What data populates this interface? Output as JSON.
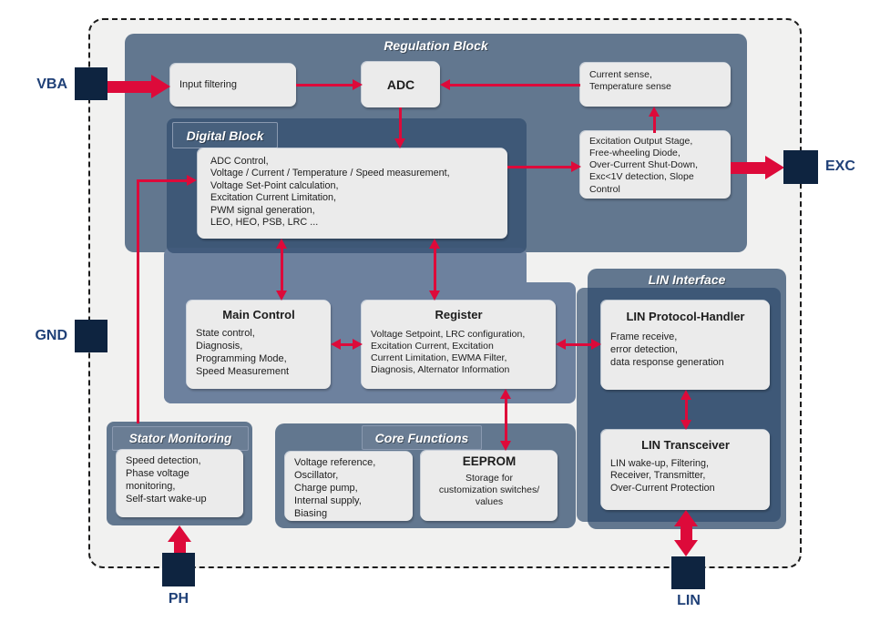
{
  "colors": {
    "accent_red": "#dd0a3a",
    "pin_square_navy": "#0e2440",
    "pin_label_navy": "#1f4077",
    "panel_slate": "#62778f",
    "panel_navy": "#3e5878",
    "panel_medium": "#6d819e",
    "box_light": "#ebebeb",
    "frame_bg": "#f1f1f0"
  },
  "pins": {
    "vba": "VBA",
    "gnd": "GND",
    "exc": "EXC",
    "ph": "PH",
    "lin": "LIN"
  },
  "regulation_block": {
    "title": "Regulation Block",
    "input_filtering": "Input filtering",
    "adc": "ADC",
    "sense": "Current sense,\nTemperature sense",
    "excitation_stage": "Excitation Output Stage,\nFree-wheeling Diode,\nOver-Current Shut-Down,\nExc<1V detection, Slope\nControl"
  },
  "digital_block": {
    "title": "Digital Block",
    "functions": "ADC Control,\nVoltage / Current / Temperature / Speed measurement,\nVoltage Set-Point calculation,\nExcitation Current Limitation,\nPWM signal generation,\nLEO, HEO, PSB, LRC ..."
  },
  "main_control": {
    "title": "Main Control",
    "body": "State control,\nDiagnosis,\nProgramming Mode,\nSpeed Measurement"
  },
  "register": {
    "title": "Register",
    "body": "Voltage Setpoint, LRC configuration,\nExcitation Current, Excitation\nCurrent Limitation, EWMA Filter,\nDiagnosis, Alternator Information"
  },
  "lin_interface": {
    "title": "LIN Interface",
    "protocol_handler_title": "LIN Protocol-Handler",
    "protocol_handler_body": "Frame receive,\nerror detection,\ndata response generation",
    "transceiver_title": "LIN Transceiver",
    "transceiver_body": "LIN wake-up, Filtering,\nReceiver, Transmitter,\nOver-Current Protection"
  },
  "stator_monitoring": {
    "title": "Stator Monitoring",
    "body": "Speed detection,\nPhase voltage\nmonitoring,\nSelf-start wake-up"
  },
  "core_functions": {
    "title": "Core Functions",
    "analog_body": "Voltage reference,\nOscillator,\nCharge pump,\nInternal supply,\nBiasing",
    "eeprom_title": "EEPROM",
    "eeprom_body": "Storage for\ncustomization switches/\nvalues"
  }
}
